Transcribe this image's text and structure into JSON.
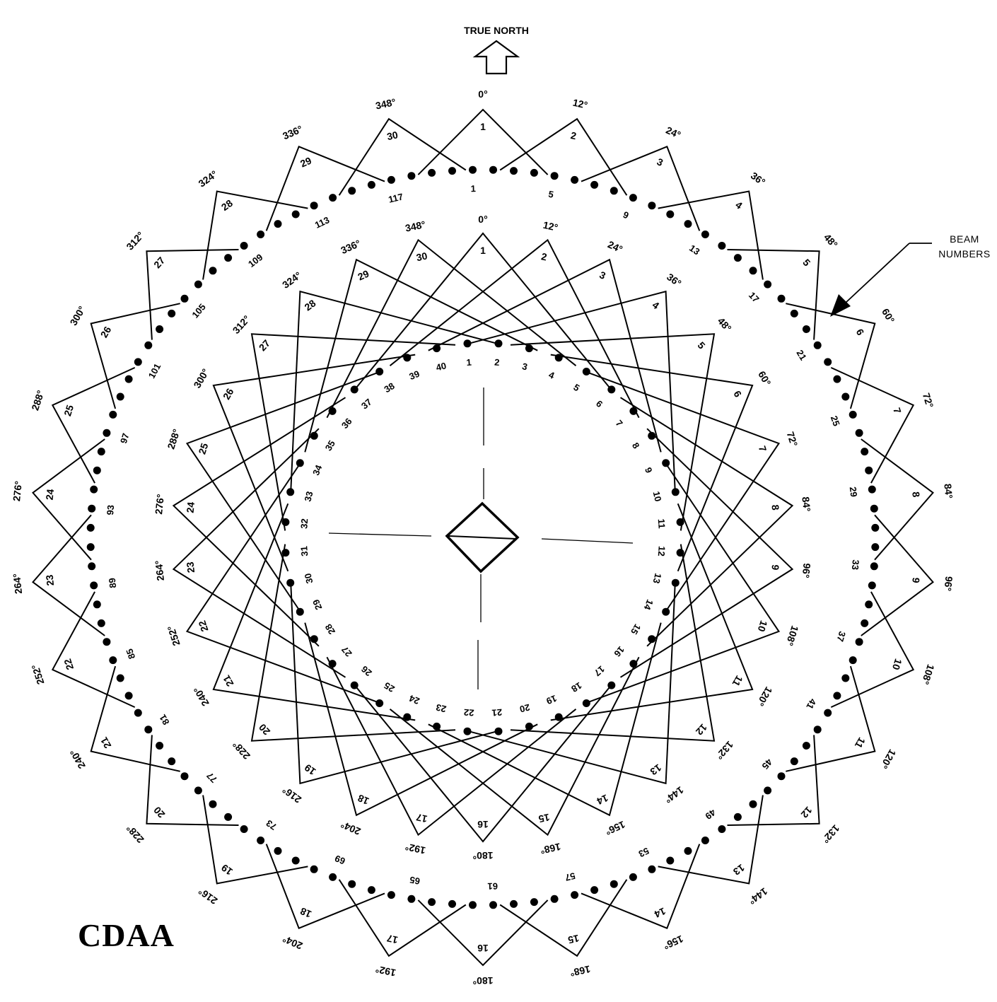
{
  "header": {
    "north_label": "TRUE NORTH"
  },
  "annotation": {
    "line1": "BEAM",
    "line2": "NUMBERS"
  },
  "title": "CDAA",
  "outer_ring": {
    "element_count": 120,
    "labeled_elements": [
      "1",
      "5",
      "9",
      "13",
      "17",
      "21",
      "25",
      "29",
      "33",
      "37",
      "41",
      "45",
      "49",
      "53",
      "57",
      "61",
      "65",
      "69",
      "73",
      "77",
      "81",
      "85",
      "89",
      "93",
      "97",
      "101",
      "105",
      "109",
      "113",
      "117"
    ],
    "beams": [
      {
        "beam": "1",
        "azimuth": "0°"
      },
      {
        "beam": "2",
        "azimuth": "12°"
      },
      {
        "beam": "3",
        "azimuth": "24°"
      },
      {
        "beam": "4",
        "azimuth": "36°"
      },
      {
        "beam": "5",
        "azimuth": "48°"
      },
      {
        "beam": "6",
        "azimuth": "60°"
      },
      {
        "beam": "7",
        "azimuth": "72°"
      },
      {
        "beam": "8",
        "azimuth": "84°"
      },
      {
        "beam": "9",
        "azimuth": "96°"
      },
      {
        "beam": "10",
        "azimuth": "108°"
      },
      {
        "beam": "11",
        "azimuth": "120°"
      },
      {
        "beam": "12",
        "azimuth": "132°"
      },
      {
        "beam": "13",
        "azimuth": "144°"
      },
      {
        "beam": "14",
        "azimuth": "156°"
      },
      {
        "beam": "15",
        "azimuth": "168°"
      },
      {
        "beam": "16",
        "azimuth": "180°"
      },
      {
        "beam": "17",
        "azimuth": "192°"
      },
      {
        "beam": "18",
        "azimuth": "204°"
      },
      {
        "beam": "19",
        "azimuth": "216°"
      },
      {
        "beam": "20",
        "azimuth": "228°"
      },
      {
        "beam": "21",
        "azimuth": "240°"
      },
      {
        "beam": "22",
        "azimuth": "252°"
      },
      {
        "beam": "23",
        "azimuth": "264°"
      },
      {
        "beam": "24",
        "azimuth": "276°"
      },
      {
        "beam": "25",
        "azimuth": "288°"
      },
      {
        "beam": "26",
        "azimuth": "300°"
      },
      {
        "beam": "27",
        "azimuth": "312°"
      },
      {
        "beam": "28",
        "azimuth": "324°"
      },
      {
        "beam": "29",
        "azimuth": "336°"
      },
      {
        "beam": "30",
        "azimuth": "348°"
      }
    ]
  },
  "inner_ring": {
    "element_count": 40,
    "labeled_elements": [
      "1",
      "2",
      "3",
      "4",
      "5",
      "6",
      "7",
      "8",
      "9",
      "10",
      "11",
      "12",
      "13",
      "14",
      "15",
      "16",
      "17",
      "18",
      "19",
      "20",
      "21",
      "22",
      "23",
      "24",
      "25",
      "26",
      "27",
      "28",
      "29",
      "30",
      "31",
      "32",
      "33",
      "34",
      "35",
      "36",
      "37",
      "38",
      "39",
      "40"
    ],
    "beams": [
      {
        "beam": "1",
        "azimuth": "0°"
      },
      {
        "beam": "2",
        "azimuth": "12°"
      },
      {
        "beam": "3",
        "azimuth": "24°"
      },
      {
        "beam": "4",
        "azimuth": "36°"
      },
      {
        "beam": "5",
        "azimuth": "48°"
      },
      {
        "beam": "6",
        "azimuth": "60°"
      },
      {
        "beam": "7",
        "azimuth": "72°"
      },
      {
        "beam": "8",
        "azimuth": "84°"
      },
      {
        "beam": "9",
        "azimuth": "96°"
      },
      {
        "beam": "10",
        "azimuth": "108°"
      },
      {
        "beam": "11",
        "azimuth": "120°"
      },
      {
        "beam": "12",
        "azimuth": "132°"
      },
      {
        "beam": "13",
        "azimuth": "144°"
      },
      {
        "beam": "14",
        "azimuth": "156°"
      },
      {
        "beam": "15",
        "azimuth": "168°"
      },
      {
        "beam": "16",
        "azimuth": "180°"
      },
      {
        "beam": "17",
        "azimuth": "192°"
      },
      {
        "beam": "18",
        "azimuth": "204°"
      },
      {
        "beam": "19",
        "azimuth": "216°"
      },
      {
        "beam": "20",
        "azimuth": "228°"
      },
      {
        "beam": "21",
        "azimuth": "240°"
      },
      {
        "beam": "22",
        "azimuth": "252°"
      },
      {
        "beam": "23",
        "azimuth": "264°"
      },
      {
        "beam": "24",
        "azimuth": "276°"
      },
      {
        "beam": "25",
        "azimuth": "288°"
      },
      {
        "beam": "26",
        "azimuth": "300°"
      },
      {
        "beam": "27",
        "azimuth": "312°"
      },
      {
        "beam": "28",
        "azimuth": "324°"
      },
      {
        "beam": "29",
        "azimuth": "336°"
      },
      {
        "beam": "30",
        "azimuth": "348°"
      }
    ]
  },
  "colors": {
    "ink": "#000000",
    "paper": "#ffffff"
  }
}
